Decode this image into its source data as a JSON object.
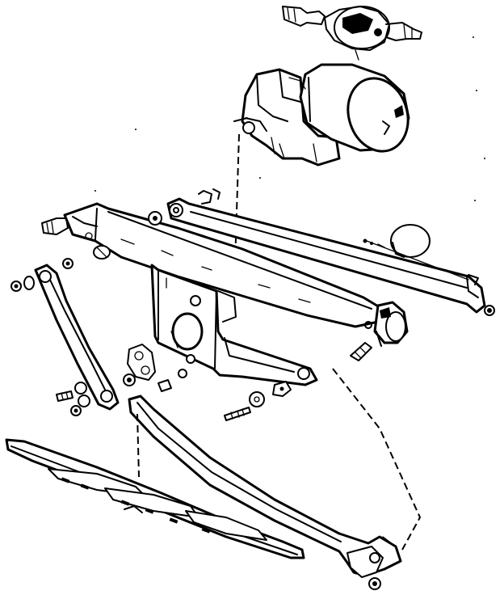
{
  "figure": {
    "kind": "exploded-parts-line-drawing",
    "colors": {
      "ink": "#000000",
      "paper": "#ffffff"
    },
    "parts": [
      "motor-connector-plug",
      "wiper-motor",
      "wiper-linkage-frame",
      "mounting-bracket",
      "connecting-rod",
      "left-crank-arm",
      "right-wiper-spindle",
      "wiper-arm",
      "wiper-blade",
      "linkage-cable-clip",
      "fastener-set"
    ]
  }
}
